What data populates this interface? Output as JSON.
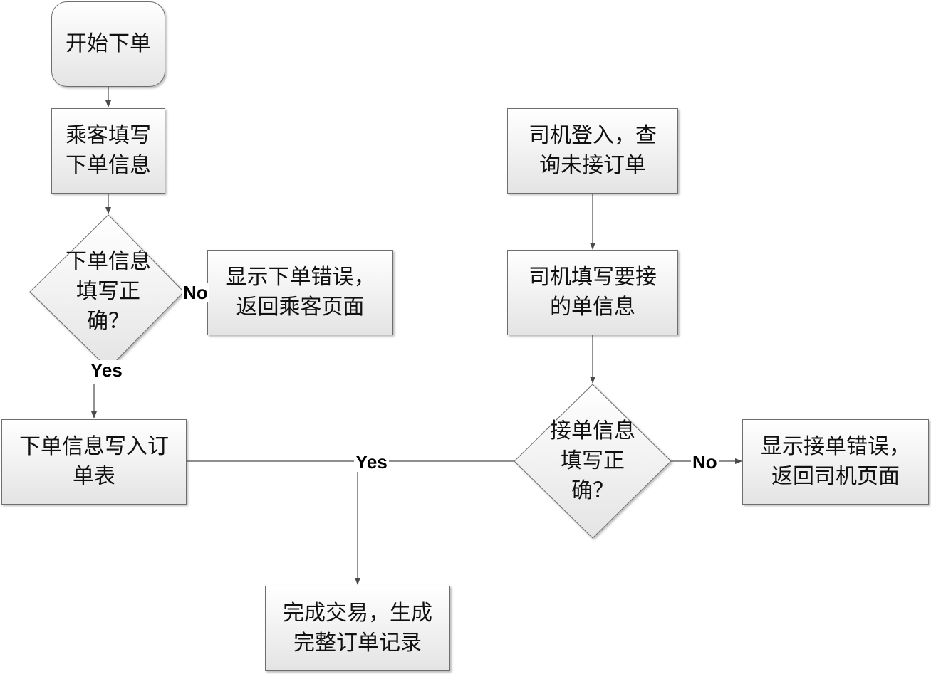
{
  "flowchart": {
    "nodes": {
      "start": "开始下单",
      "passenger_fill": "乘客填写\n下单信息",
      "order_check": "下单信息\n填写正\n确？",
      "order_error": "显示下单错误，\n返回乘客页面",
      "write_order": "下单信息写入订\n单表",
      "driver_login": "司机登入，查\n询未接订单",
      "driver_fill": "司机填写要接\n的单信息",
      "accept_check": "接单信息\n填写正\n确？",
      "accept_error": "显示接单错误，\n返回司机页面",
      "complete": "完成交易，生成\n完整订单记录"
    },
    "labels": {
      "no_order": "No",
      "yes_order": "Yes",
      "yes_merge": "Yes",
      "no_accept": "No"
    },
    "colors": {
      "box_top": "#ffffff",
      "box_bottom": "#e4e4e4",
      "border": "#6e6e6e",
      "connector": "#4a4a4a"
    }
  }
}
